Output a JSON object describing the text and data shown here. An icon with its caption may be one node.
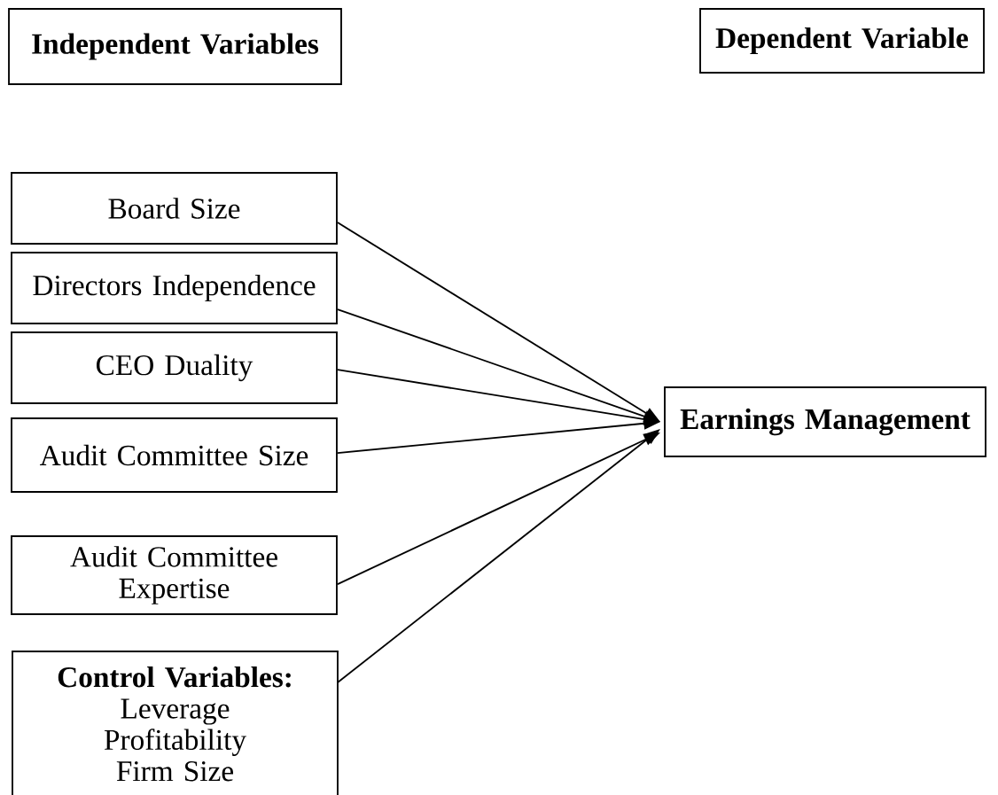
{
  "diagram": {
    "nodes": [
      {
        "text": [
          "Independent Variables"
        ]
      },
      {
        "text": [
          "Dependent Variable"
        ]
      },
      {
        "text": [
          "Board Size"
        ]
      },
      {
        "text": [
          "Directors Independence"
        ]
      },
      {
        "text": [
          "CEO Duality"
        ]
      },
      {
        "text": [
          "Audit Committee Size"
        ]
      },
      {
        "text": [
          "Audit Committee Expertise"
        ]
      },
      {
        "text": [
          "Control Variables:",
          "Leverage",
          "Profitability",
          "Firm Size"
        ]
      },
      {
        "text": [
          "Earnings Management"
        ]
      }
    ],
    "edges": [
      {
        "from": 2,
        "to": 8,
        "arrow": "to"
      },
      {
        "from": 3,
        "to": 8,
        "arrow": "to"
      },
      {
        "from": 4,
        "to": 8,
        "arrow": "to"
      },
      {
        "from": 5,
        "to": 8,
        "arrow": "to"
      },
      {
        "from": 6,
        "to": 8,
        "arrow": "to"
      },
      {
        "from": 7,
        "to": 8,
        "arrow": "to"
      }
    ]
  }
}
